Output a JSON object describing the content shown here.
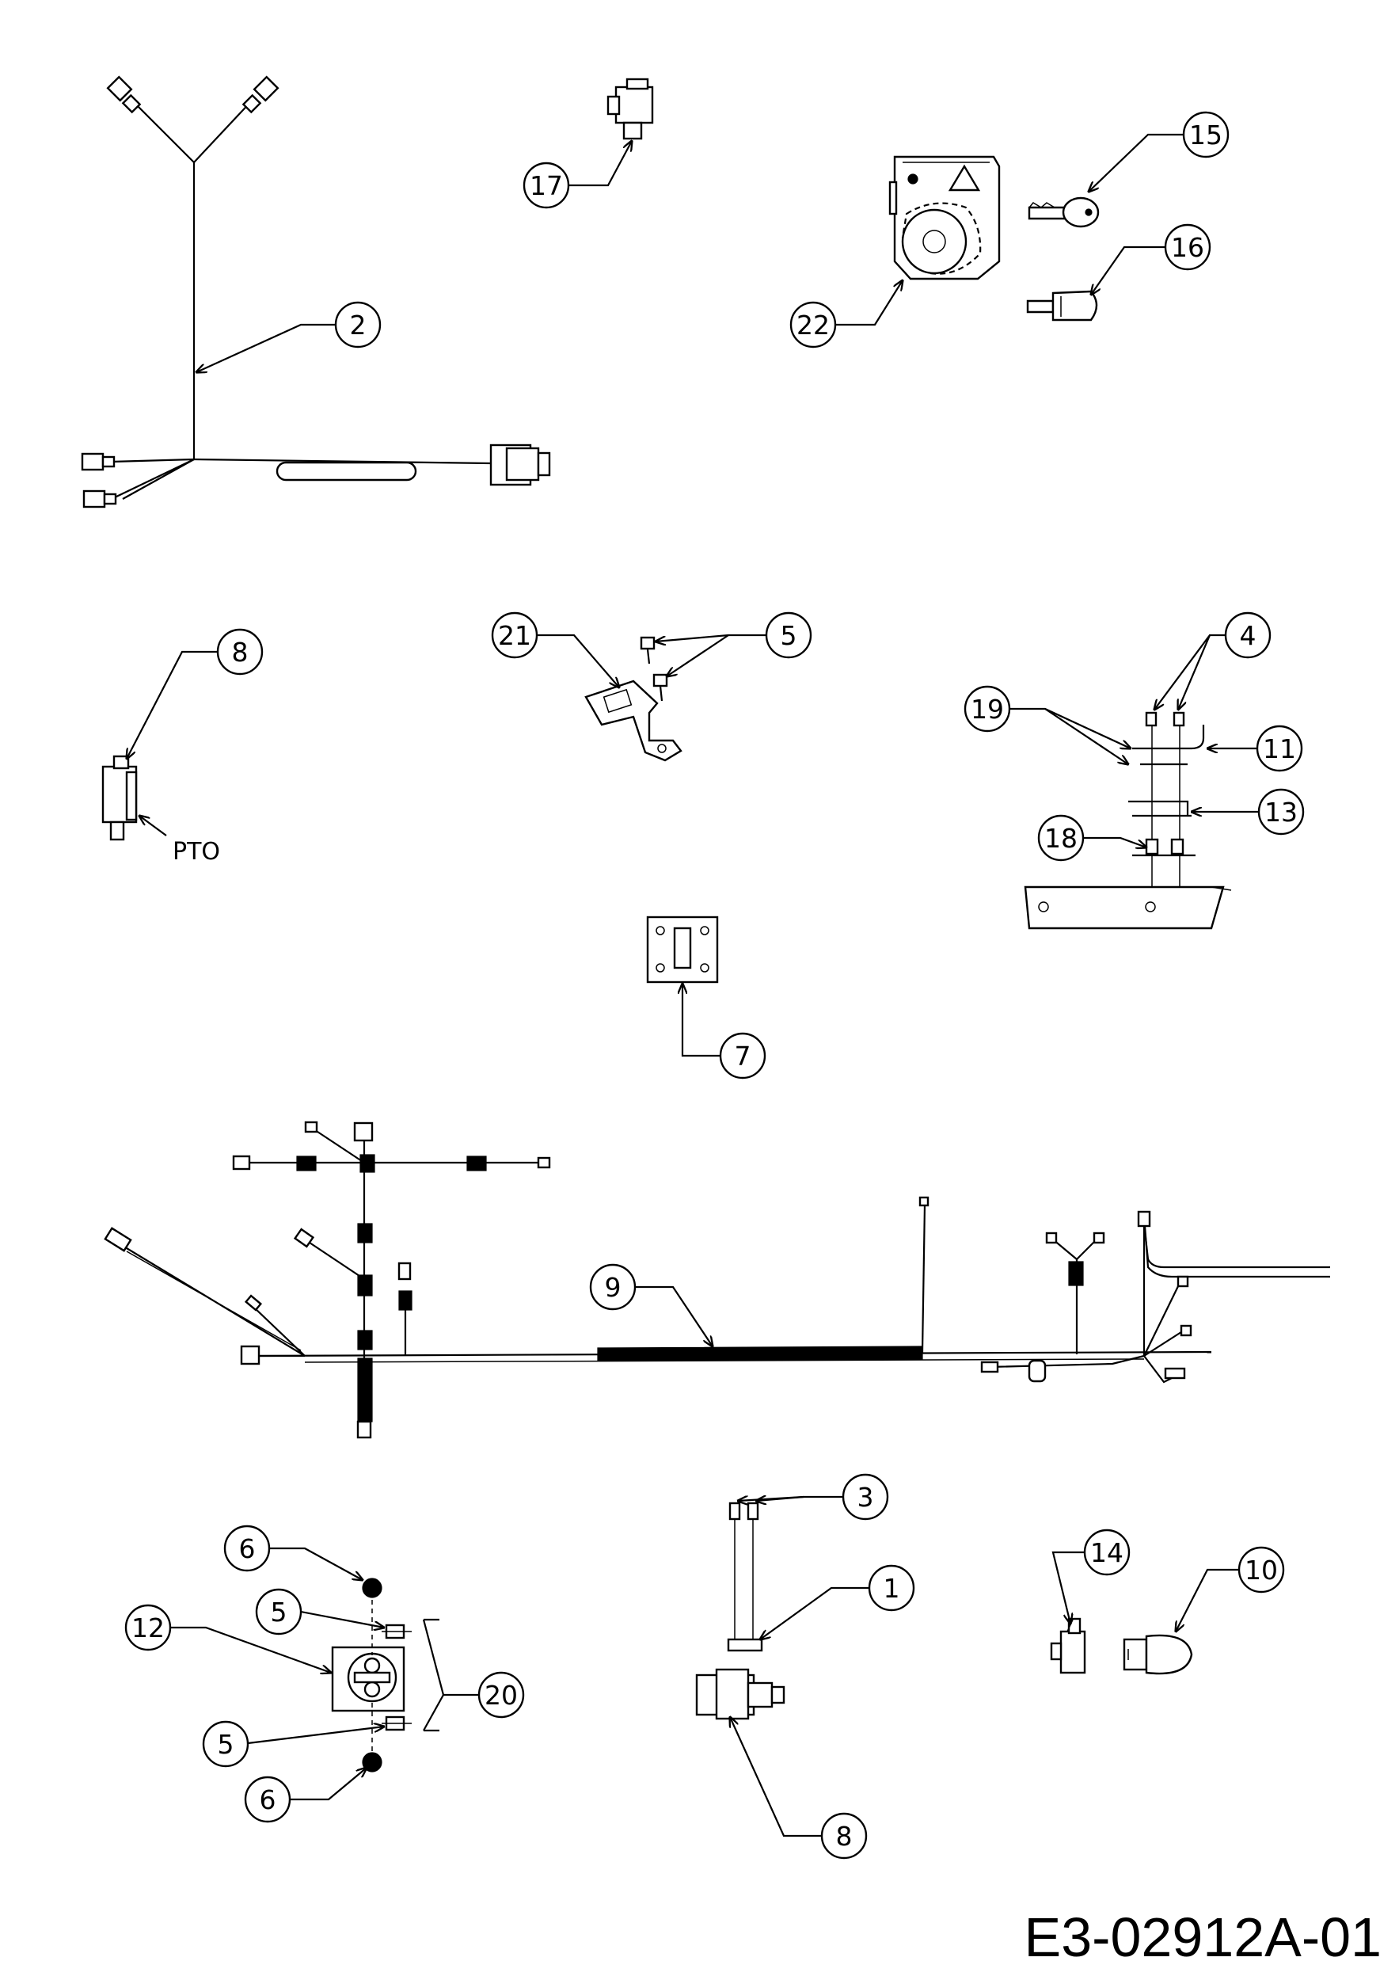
{
  "diagram": {
    "drawing_number": "E3-02912A-01",
    "pto_label": "PTO",
    "callouts": [
      {
        "id": "c2",
        "label": "2"
      },
      {
        "id": "c17",
        "label": "17"
      },
      {
        "id": "c15",
        "label": "15"
      },
      {
        "id": "c16",
        "label": "16"
      },
      {
        "id": "c22",
        "label": "22"
      },
      {
        "id": "c8a",
        "label": "8"
      },
      {
        "id": "c21",
        "label": "21"
      },
      {
        "id": "c5a",
        "label": "5"
      },
      {
        "id": "c4",
        "label": "4"
      },
      {
        "id": "c19",
        "label": "19"
      },
      {
        "id": "c11",
        "label": "11"
      },
      {
        "id": "c13",
        "label": "13"
      },
      {
        "id": "c18",
        "label": "18"
      },
      {
        "id": "c7",
        "label": "7"
      },
      {
        "id": "c9",
        "label": "9"
      },
      {
        "id": "c3",
        "label": "3"
      },
      {
        "id": "c1",
        "label": "1"
      },
      {
        "id": "c8b",
        "label": "8"
      },
      {
        "id": "c14",
        "label": "14"
      },
      {
        "id": "c10",
        "label": "10"
      },
      {
        "id": "c6a",
        "label": "6"
      },
      {
        "id": "c5b",
        "label": "5"
      },
      {
        "id": "c12",
        "label": "12"
      },
      {
        "id": "c20",
        "label": "20"
      },
      {
        "id": "c5c",
        "label": "5"
      },
      {
        "id": "c6b",
        "label": "6"
      }
    ]
  }
}
